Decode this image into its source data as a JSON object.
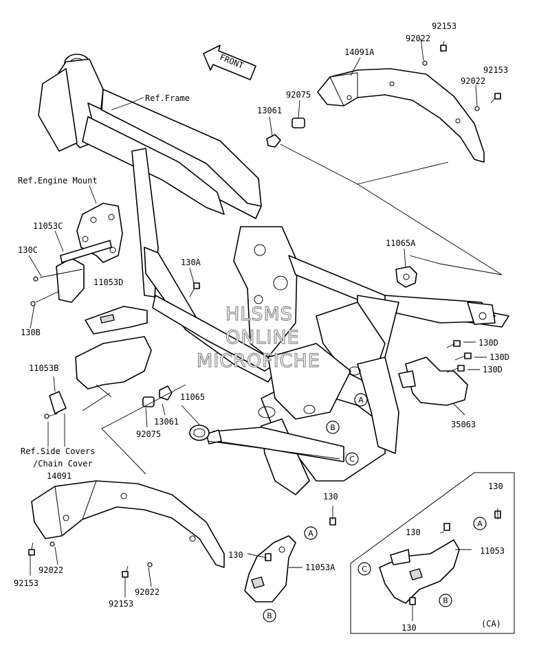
{
  "labels": {
    "front": "FRONT",
    "ref_frame": "Ref.Frame",
    "ref_engine_mount": "Ref.Engine Mount",
    "ref_side_covers_1": "Ref.Side Covers",
    "ref_side_covers_2": "/Chain Cover",
    "p14091A": "14091A",
    "p92153_a": "92153",
    "p92022_a": "92022",
    "p92153_b": "92153",
    "p92022_b": "92022",
    "p92075_a": "92075",
    "p13061_a": "13061",
    "p11053C": "11053C",
    "p130C": "130C",
    "p130B": "130B",
    "p130A": "130A",
    "p11053D": "11053D",
    "p11065A": "11065A",
    "p130D_1": "130D",
    "p130D_2": "130D",
    "p130D_3": "130D",
    "p35063": "35063",
    "p11053B": "11053B",
    "p11065": "11065",
    "p13061_b": "13061",
    "p92075_b": "92075",
    "p14091": "14091",
    "p92022_c": "92022",
    "p92153_c": "92153",
    "p92022_d": "92022",
    "p92153_d": "92153",
    "p130_1": "130",
    "p130_2": "130",
    "p11053A": "11053A",
    "p130_ca1": "130",
    "p130_ca2": "130",
    "p11053": "11053",
    "p130_ca3": "130",
    "ca": "(CA)"
  },
  "callouts": {
    "a": "A",
    "b": "B",
    "c": "C"
  },
  "watermark": {
    "line1": "HLSMS",
    "line2": "ONLINE",
    "line3": "MICROFICHE"
  }
}
